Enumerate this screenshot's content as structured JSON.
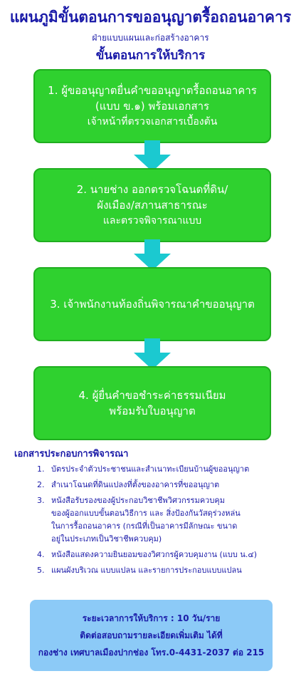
{
  "title": "แผนภูมิขั้นตอนการขออนุญาตรื้อถอนอาคาร",
  "subtitle": "ฝ่ายแบบแผนและก่อสร้างอาคาร",
  "service_title": "ขั้นตอนการให้บริการ",
  "steps": [
    {
      "line1": "1. ผู้ขออนุญาตยื่นคำขออนุญาตรื้อถอนอาคาร",
      "line2": "(แบบ ข.๑) พร้อมเอกสาร",
      "line3": "เจ้าหน้าที่ตรวจเอกสารเบื้องต้น"
    },
    {
      "line1": "2. นายช่าง ออกตรวจโฉนดที่ดิน/",
      "line2": "ผังเมือง/สภานสาธารณะ",
      "line3": "และตรวจพิจารณาแบบ"
    },
    {
      "line1": "3. เจ้าพนักงานท้องถิ่นพิจารณาคำขออนุญาต"
    },
    {
      "line1": "4. ผู้ยื่นคำขอชำระค่าธรรมเนียม",
      "line2": "พร้อมรับใบอนุญาต"
    }
  ],
  "documents": {
    "title": "เอกสารประกอบการพิจารณา",
    "items": [
      {
        "num": "1.",
        "lines": [
          "บัตรประจำตัวประชาชนและสำเนาทะเบียนบ้านผู้ขออนุญาต"
        ]
      },
      {
        "num": "2.",
        "lines": [
          "สำเนาโฉนดที่ดินแปลงที่ตั้งของอาคารที่ขออนุญาต"
        ]
      },
      {
        "num": "3.",
        "lines": [
          "หนังสือรับรองของผู้ประกอบวิชาชีพวิศวกรรมควบคุม",
          "ของผู้ออกแบบขั้นตอนวิธีการ และ สิ่งป้องกันวัสดุร่วงหล่น",
          "ในการรื้อถอนอาคาร (กรณีที่เป็นอาคารมีลักษณะ ขนาด",
          "อยู่ในประเภทเป็นวิชาชีพควบคุม)"
        ]
      },
      {
        "num": "4.",
        "lines": [
          "หนังสือแสดงความยินยอมของวิศวกรผู้ควบคุมงาน (แบบ น.๔)"
        ]
      },
      {
        "num": "5.",
        "lines": [
          "แผนผังบริเวณ แบบแปลน และรายการประกอบแบบแปลน"
        ]
      }
    ]
  },
  "info": {
    "duration": "ระยะเวลาการให้บริการ : 10 วัน/ราย",
    "contact": "ติดต่อสอบถามรายละเอียดเพิ่มเติม ได้ที่",
    "office": "กองช่าง เทศบาลเมืองปากช่อง โทร.0-4431-2037 ต่อ 215"
  },
  "colors": {
    "title": "#1a1aa8",
    "step_fill": "#2fd12f",
    "arrow": "#1bc9d0",
    "info_fill": "#8ccaf7"
  }
}
